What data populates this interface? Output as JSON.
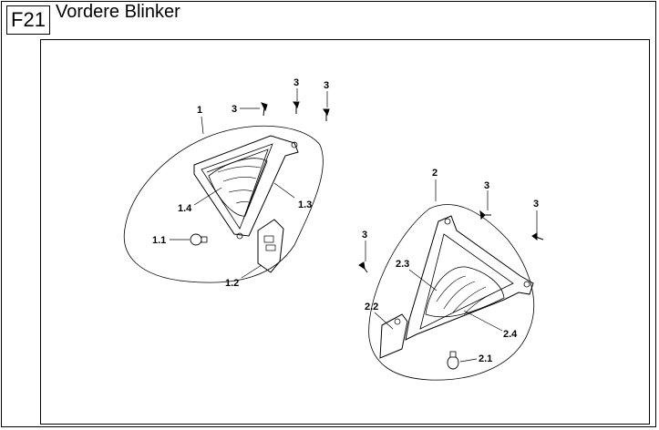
{
  "header": {
    "code": "F21",
    "title": "Vordere Blinker"
  },
  "callouts": {
    "c1": "1",
    "c1_1": "1.1",
    "c1_2": "1.2",
    "c1_3": "1.3",
    "c1_4": "1.4",
    "c2": "2",
    "c2_1": "2.1",
    "c2_2": "2.2",
    "c2_3": "2.3",
    "c2_4": "2.4",
    "c3": "3"
  }
}
